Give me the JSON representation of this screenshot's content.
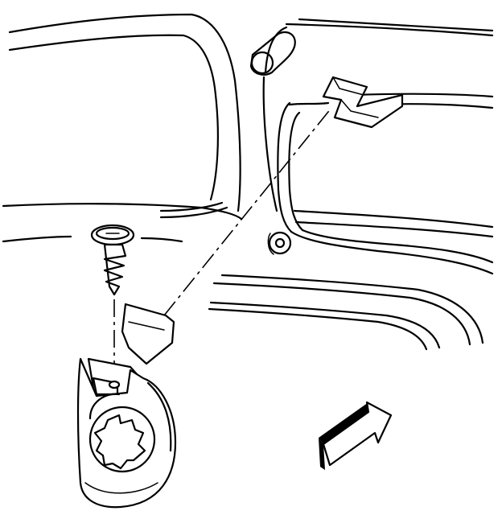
{
  "figure": {
    "kind": "technical line illustration",
    "colors": {
      "line": "#000000",
      "background": "#ffffff"
    },
    "parts": [
      {
        "name": "vehicle-roof-panel"
      },
      {
        "name": "door-window-frame"
      },
      {
        "name": "interior-trim-panel"
      },
      {
        "name": "retaining-screw"
      },
      {
        "name": "mounting-bracket-clip"
      },
      {
        "name": "bracket-slot-receptacle"
      },
      {
        "name": "lamp-socket-assembly"
      },
      {
        "name": "cylindrical-fitting"
      },
      {
        "name": "small-grommet"
      },
      {
        "name": "direction-arrow-icon"
      }
    ]
  }
}
